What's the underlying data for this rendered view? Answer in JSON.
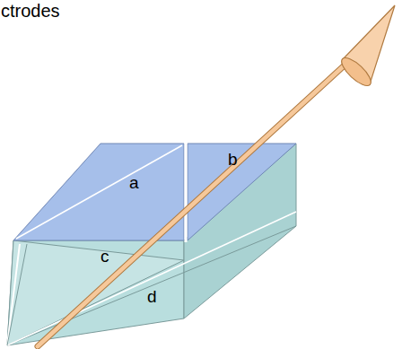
{
  "diagram": {
    "labels": [
      "ctrodes",
      "a",
      "b",
      "c",
      "d"
    ]
  }
}
